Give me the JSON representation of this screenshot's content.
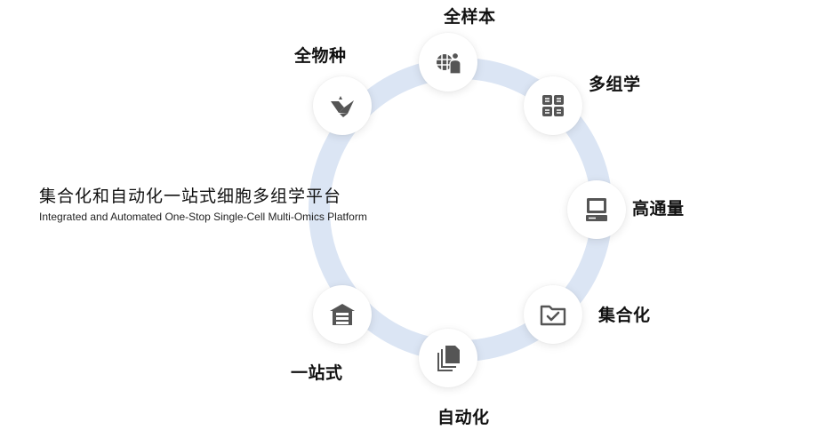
{
  "title": {
    "cn": "集合化和自动化一站式细胞多组学平台",
    "en": "Integrated and Automated One-Stop Single-Cell Multi-Omics Platform"
  },
  "colors": {
    "ring": "#dbe5f4",
    "icon": "#555555",
    "node_bg": "#ffffff"
  },
  "nodes": [
    {
      "label": "全样本",
      "icon": "globe-person-icon"
    },
    {
      "label": "多组学",
      "icon": "grid-document-icon"
    },
    {
      "label": "高通量",
      "icon": "computer-icon"
    },
    {
      "label": "集合化",
      "icon": "folder-check-icon"
    },
    {
      "label": "自动化",
      "icon": "documents-stack-icon"
    },
    {
      "label": "一站式",
      "icon": "warehouse-icon"
    },
    {
      "label": "全物种",
      "icon": "origami-bird-icon"
    }
  ]
}
